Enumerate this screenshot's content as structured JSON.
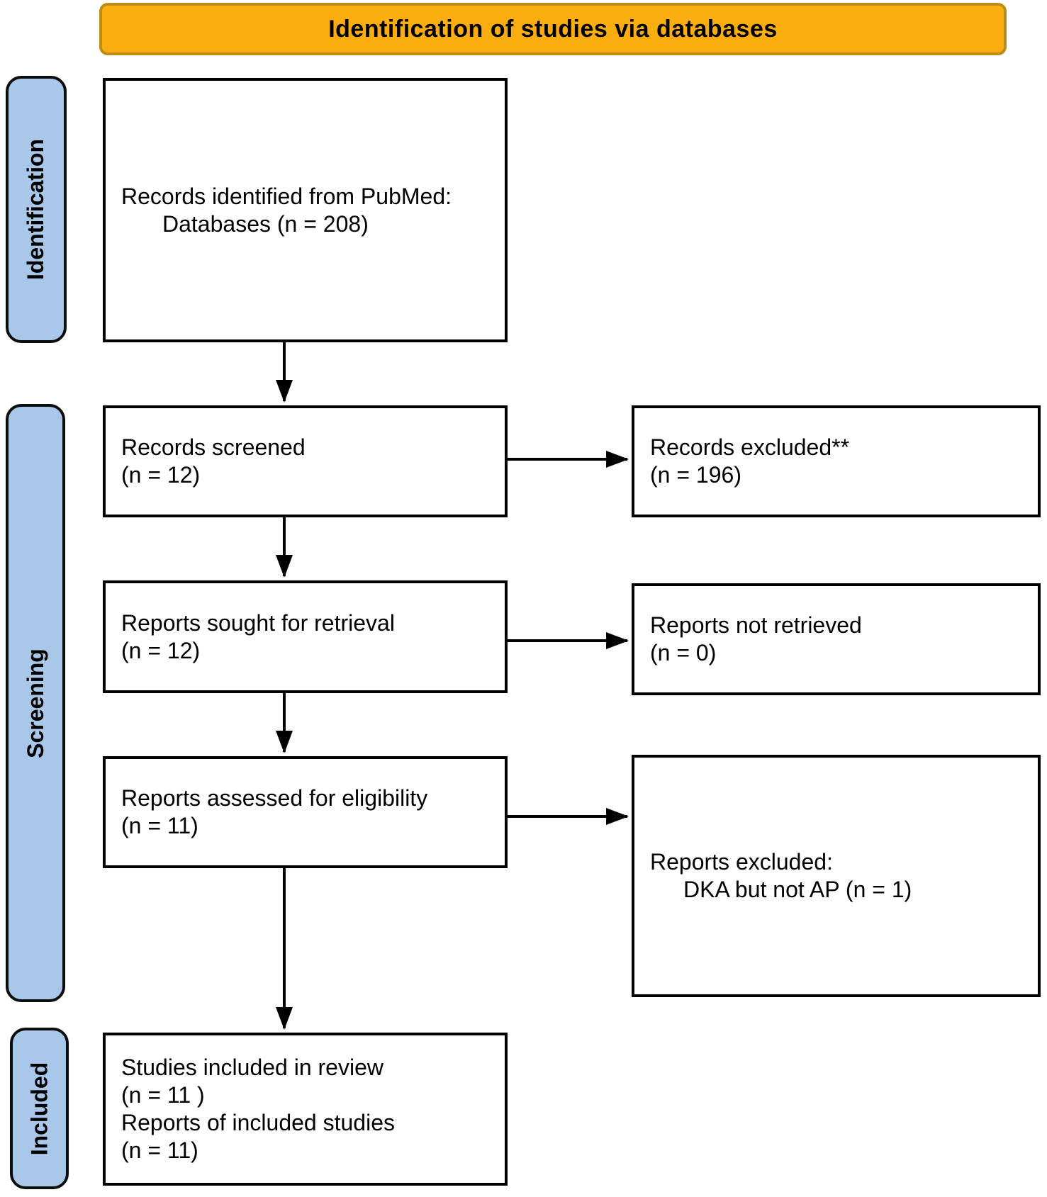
{
  "header": {
    "label": "Identification of studies via databases"
  },
  "stages": {
    "identification": {
      "label": "Identification"
    },
    "screening": {
      "label": "Screening"
    },
    "included": {
      "label": "Included"
    }
  },
  "boxes": {
    "records_identified": {
      "lines": [
        "Records identified from PubMed:",
        "Databases (n = 208)"
      ]
    },
    "records_screened": {
      "lines": [
        "Records screened",
        "(n = 12)"
      ]
    },
    "records_excluded": {
      "lines": [
        "Records excluded**",
        "(n = 196)"
      ]
    },
    "reports_sought": {
      "lines": [
        "Reports sought for retrieval",
        "(n = 12)"
      ]
    },
    "reports_not_retrieved": {
      "lines": [
        "Reports not retrieved",
        "(n = 0)"
      ]
    },
    "reports_assessed": {
      "lines": [
        "Reports assessed for eligibility",
        "(n = 11)"
      ]
    },
    "reports_excluded": {
      "lines": [
        "Reports excluded:",
        "DKA but not AP (n = 1)"
      ]
    },
    "studies_included": {
      "lines": [
        "Studies included in review",
        "(n = 11 )",
        "Reports of included studies",
        "(n = 11)"
      ]
    }
  },
  "colors": {
    "header_bg": "#faad0f",
    "header_border": "#bd8d15",
    "stage_bg": "#a9c7e8",
    "box_border": "#000000",
    "arrow": "#000000"
  }
}
